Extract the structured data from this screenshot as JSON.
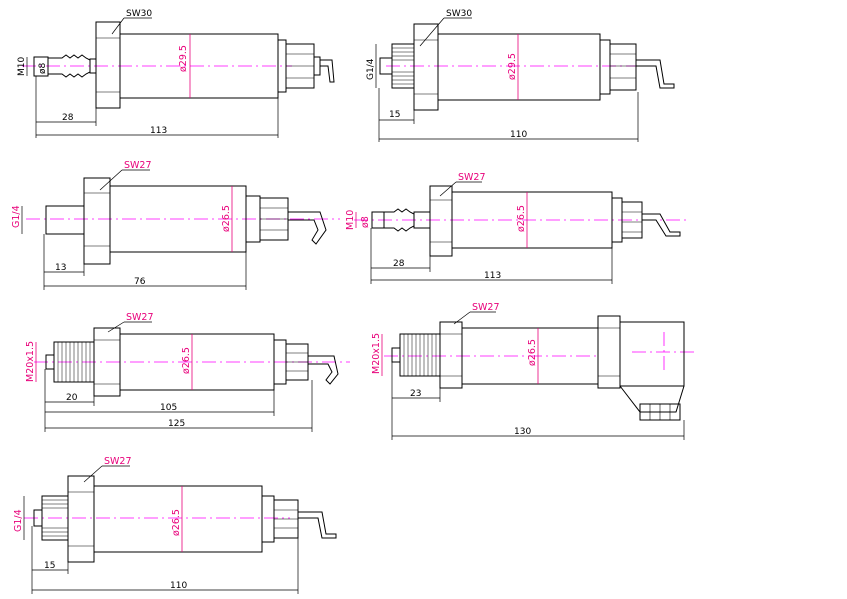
{
  "views": [
    {
      "sw": "SW30",
      "thread": "M10",
      "bore": "ø8",
      "diameter": "ø29.5",
      "tip": "28",
      "overall": "113"
    },
    {
      "sw": "SW30",
      "thread": "G1/4",
      "diameter": "ø29.5",
      "tip": "15",
      "overall": "110"
    },
    {
      "sw": "SW27",
      "thread": "G1/4",
      "diameter": "ø26.5",
      "tip": "13",
      "overall": "76"
    },
    {
      "sw": "SW27",
      "thread": "M10",
      "bore": "ø8",
      "diameter": "ø26.5",
      "tip": "28",
      "overall": "113"
    },
    {
      "sw": "SW27",
      "thread": "M20x1.5",
      "diameter": "ø26.5",
      "tip": "20",
      "body": "105",
      "overall": "125"
    },
    {
      "sw": "SW27",
      "thread": "M20x1.5",
      "diameter": "ø26.5",
      "tip": "23",
      "overall": "130"
    },
    {
      "sw": "SW27",
      "thread": "G1/4",
      "diameter": "ø26.5",
      "tip": "15",
      "overall": "110"
    }
  ]
}
